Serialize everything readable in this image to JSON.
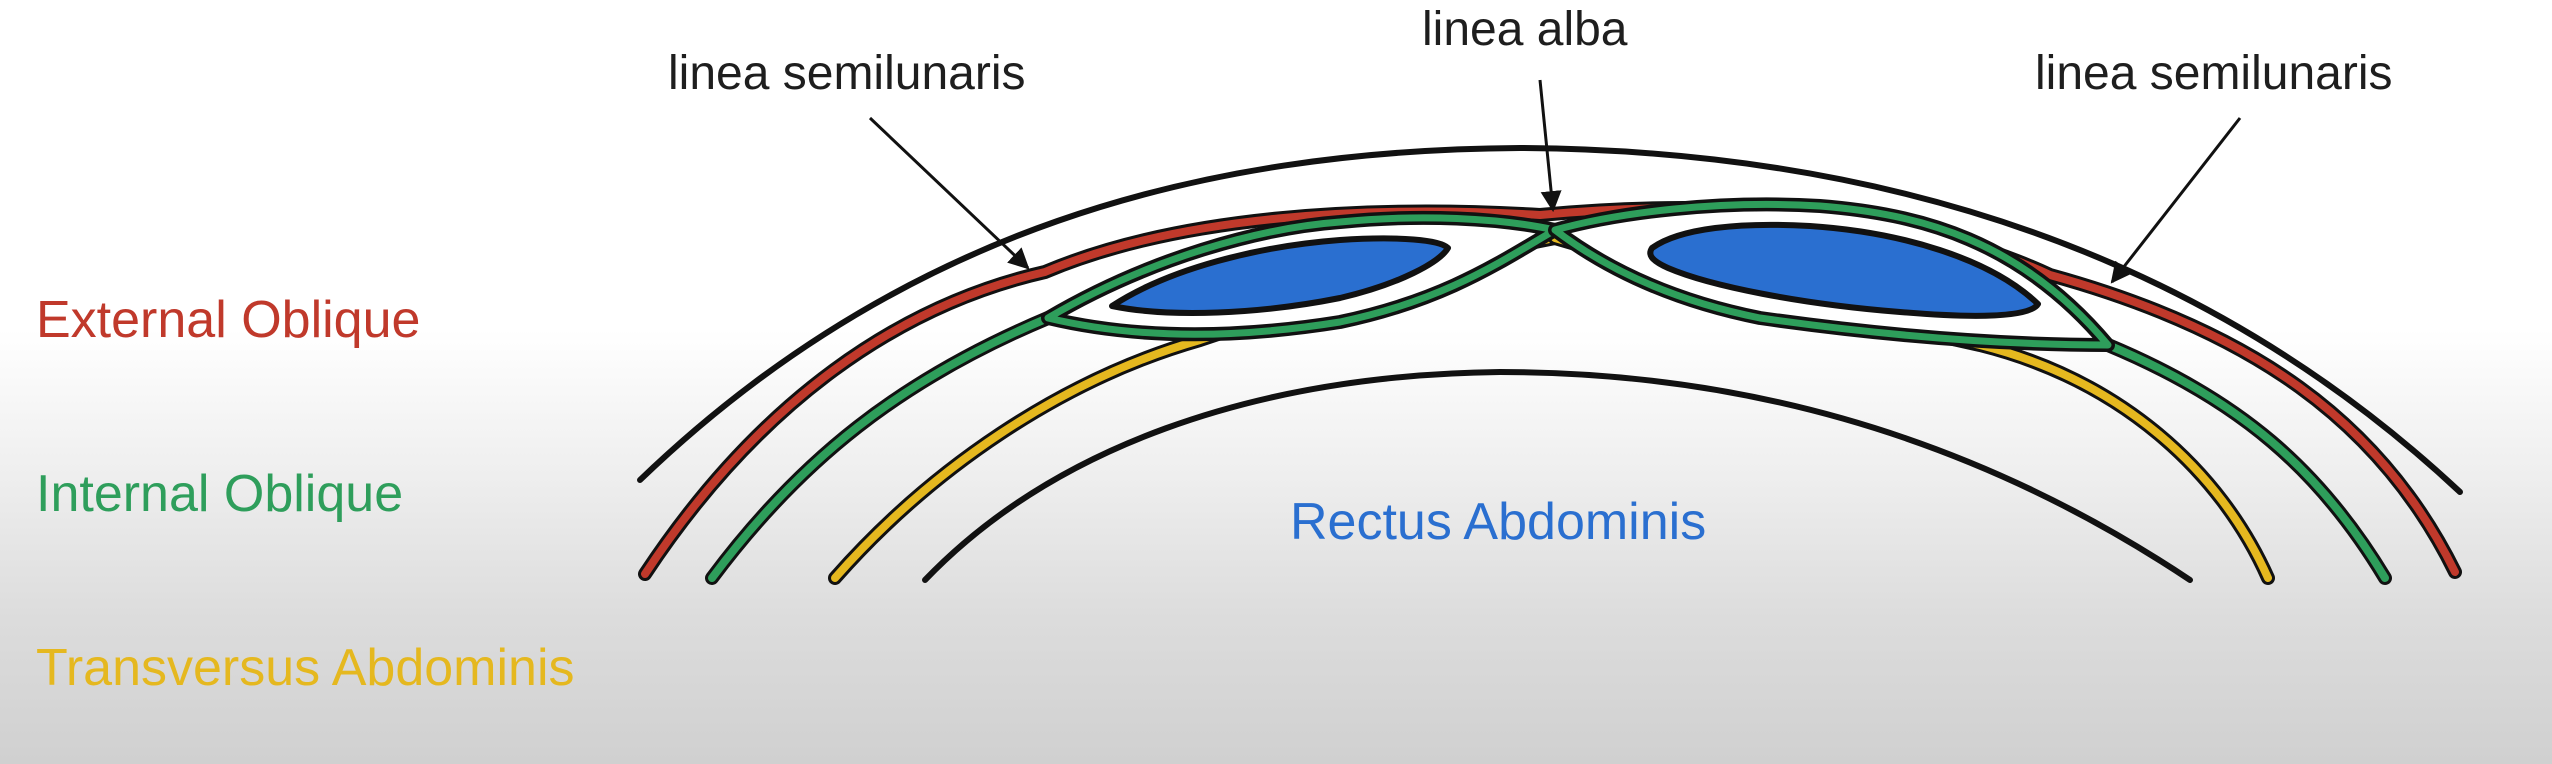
{
  "callouts": {
    "semilunaris_left": "linea semilunaris",
    "alba": "linea alba",
    "semilunaris_right": "linea semilunaris"
  },
  "center_label": "Rectus Abdominis",
  "legend": [
    {
      "label": "External Oblique",
      "color": "#c0392b"
    },
    {
      "label": "Internal Oblique",
      "color": "#2e9e5b"
    },
    {
      "label": "Transversus Abdominis",
      "color": "#e5b81f"
    }
  ],
  "colors": {
    "outline": "#111111",
    "rectus_fill": "#2a6fd0",
    "rectus_label": "#2a6fd0"
  }
}
